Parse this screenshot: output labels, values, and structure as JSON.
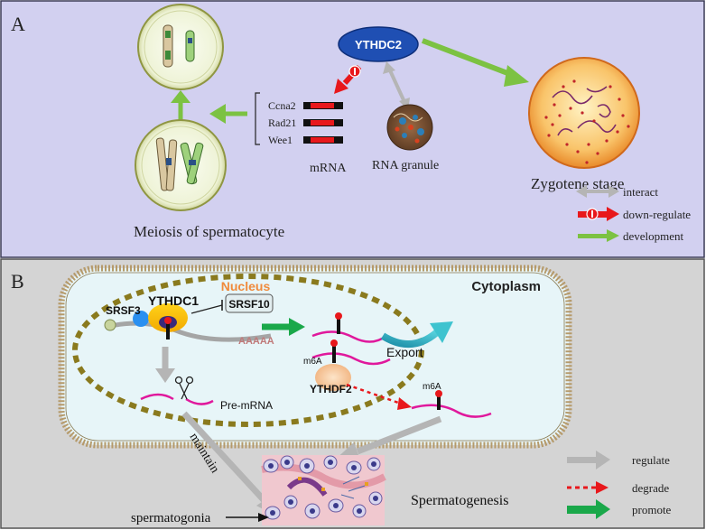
{
  "panel_a": {
    "letter": "A",
    "ythdc2": "YTHDC2",
    "genes": [
      "Ccna2",
      "Rad21",
      "Wee1"
    ],
    "mrna": "mRNA",
    "rna_granule": "RNA granule",
    "zygotene": "Zygotene stage",
    "meiosis": "Meiosis of spermatocyte",
    "legend": {
      "interact": "interact",
      "down_regulate": "down-regulate",
      "development": "development"
    }
  },
  "panel_b": {
    "letter": "B",
    "cytoplasm": "Cytoplasm",
    "nucleus": "Nucleus",
    "srsf3": "SRSF3",
    "ythdc1": "YTHDC1",
    "srsf10": "SRSF10",
    "polya": "AAAAA",
    "m6a_1": "m6A",
    "ythdf2": "YTHDF2",
    "m6a_2": "m6A",
    "export": "Export",
    "pre_mrna": "Pre-mRNA",
    "maintain": "maintain",
    "spermatogenesis": "Spermatogenesis",
    "spermatogonia": "spermatogonia",
    "legend": {
      "regulate": "regulate",
      "degrade": "degrade",
      "promote": "promote"
    }
  },
  "colors": {
    "panel_a_bg": "#d2d0f0",
    "panel_b_bg": "#d4d4d4",
    "cell_bg": "#e7f5f8",
    "development_green": "#7cc242",
    "promote_green": "#1aa84a",
    "downregulate_red": "#e8181c",
    "nucleus_dash": "#8a7a1e",
    "ythdc2_blue": "#1f4fb3",
    "mrna_magenta": "#e0189c",
    "export_teal": "#2ab3c2"
  }
}
